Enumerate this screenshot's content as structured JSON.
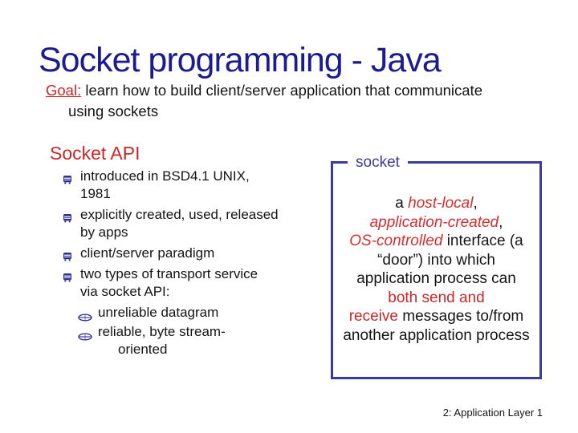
{
  "title": "Socket programming - Java",
  "goal": {
    "label": "Goal:",
    "line1_rest": " learn how to build client/server application that communicate",
    "line2": "using sockets"
  },
  "left": {
    "heading": "Socket API"
  },
  "list": {
    "items": [
      {
        "level": 1,
        "bullet": "bus-bullet-icon",
        "lines": [
          "introduced in BSD4.1 UNIX,",
          "1981"
        ]
      },
      {
        "level": 1,
        "bullet": "bus-bullet-icon",
        "lines": [
          "explicitly created, used, released",
          "by apps"
        ]
      },
      {
        "level": 1,
        "bullet": "bus-bullet-icon",
        "lines": [
          "client/server paradigm"
        ]
      },
      {
        "level": 1,
        "bullet": "bus-bullet-icon",
        "lines": [
          "two types of transport service",
          "via socket API:"
        ]
      },
      {
        "level": 2,
        "bullet": "car-bullet-icon",
        "lines": [
          "unreliable datagram"
        ]
      },
      {
        "level": 2,
        "bullet": "car-bullet-icon",
        "lines": [
          "reliable, byte stream-",
          "oriented"
        ]
      }
    ]
  },
  "box": {
    "label": "socket",
    "lines": [
      [
        {
          "t": "a "
        },
        {
          "t": "host-local",
          "s": "red-italic"
        },
        {
          "t": ","
        }
      ],
      [
        {
          "t": "application-created",
          "s": "red-italic"
        },
        {
          "t": ","
        }
      ],
      [
        {
          "t": "OS-controlled",
          "s": "red-italic"
        },
        {
          "t": " interface (a"
        }
      ],
      [
        {
          "t": "“door”) into which"
        }
      ],
      [
        {
          "t": "application process can"
        }
      ],
      [
        {
          "t": "both send and",
          "s": "red"
        }
      ],
      [
        {
          "t": "receive",
          "s": "red"
        },
        {
          "t": " messages to/from"
        }
      ],
      [
        {
          "t": "another application process"
        }
      ]
    ]
  },
  "footer": "2: Application Layer 1",
  "colors": {
    "title_navy": "#1c1c8f",
    "accent_red": "#cc2727",
    "box_blue": "#3b3b9d",
    "bullet_navy": "#2f2f93",
    "text_black": "#141414"
  }
}
